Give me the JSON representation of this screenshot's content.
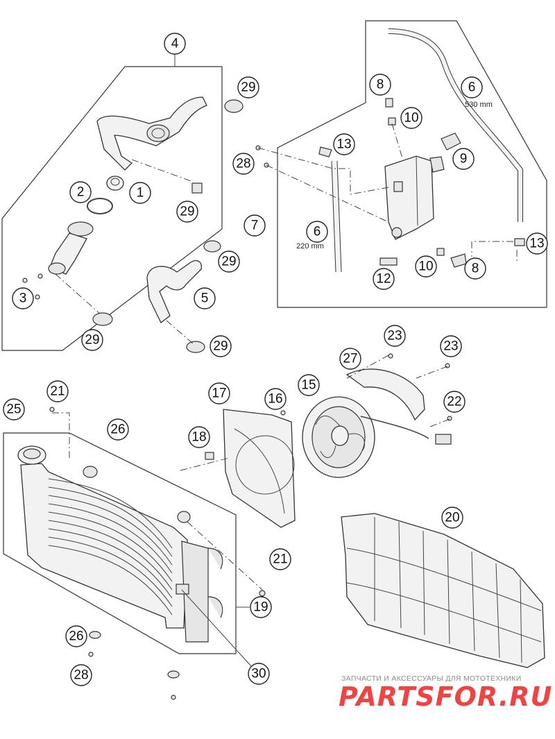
{
  "callouts": {
    "c1": "1",
    "c2": "2",
    "c3": "3",
    "c4": "4",
    "c5": "5",
    "c6a": "6",
    "c6b": "6",
    "c7": "7",
    "c8a": "8",
    "c8b": "8",
    "c9": "9",
    "c10a": "10",
    "c10b": "10",
    "c12": "12",
    "c13a": "13",
    "c13b": "13",
    "c15": "15",
    "c16": "16",
    "c17": "17",
    "c18": "18",
    "c19": "19",
    "c20": "20",
    "c21a": "21",
    "c21b": "21",
    "c22": "22",
    "c23a": "23",
    "c23b": "23",
    "c25": "25",
    "c26a": "26",
    "c26b": "26",
    "c27": "27",
    "c28a": "28",
    "c28b": "28",
    "c29a": "29",
    "c29b": "29",
    "c29c": "29",
    "c29d": "29",
    "c29e": "29",
    "c30": "30"
  },
  "dimensions": {
    "hose_long": "530 mm",
    "hose_short": "220 mm"
  },
  "watermark": {
    "tagline": "ЗАПЧАСТИ И АКСЕССУАРЫ ДЛЯ МОТОТЕХНИКИ",
    "logo": "PARTSFOR.RU"
  }
}
